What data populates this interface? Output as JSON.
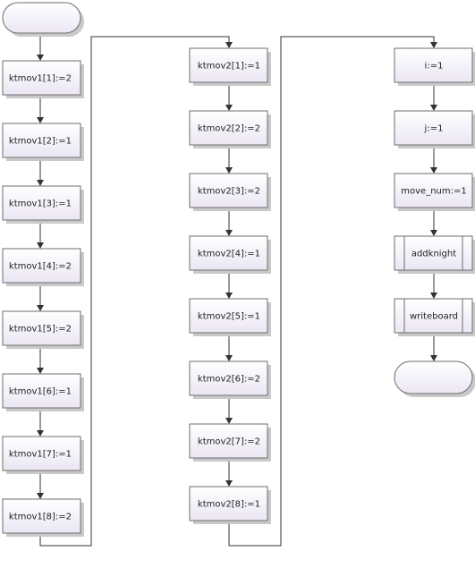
{
  "colors": {
    "node_fill_top": "#ffffff",
    "node_fill_bottom": "#ebe6f3",
    "node_border": "#6e6e6e",
    "shadow": "#c9c9c9",
    "connector": "#333333"
  },
  "columns": [
    {
      "nodes": [
        {
          "type": "terminal",
          "label": ""
        },
        {
          "type": "process",
          "label": "ktmov1[1]:=2"
        },
        {
          "type": "process",
          "label": "ktmov1[2]:=1"
        },
        {
          "type": "process",
          "label": "ktmov1[3]:=1"
        },
        {
          "type": "process",
          "label": "ktmov1[4]:=2"
        },
        {
          "type": "process",
          "label": "ktmov1[5]:=2"
        },
        {
          "type": "process",
          "label": "ktmov1[6]:=1"
        },
        {
          "type": "process",
          "label": "ktmov1[7]:=1"
        },
        {
          "type": "process",
          "label": "ktmov1[8]:=2"
        }
      ]
    },
    {
      "nodes": [
        {
          "type": "process",
          "label": "ktmov2[1]:=1"
        },
        {
          "type": "process",
          "label": "ktmov2[2]:=2"
        },
        {
          "type": "process",
          "label": "ktmov2[3]:=2"
        },
        {
          "type": "process",
          "label": "ktmov2[4]:=1"
        },
        {
          "type": "process",
          "label": "ktmov2[5]:=1"
        },
        {
          "type": "process",
          "label": "ktmov2[6]:=2"
        },
        {
          "type": "process",
          "label": "ktmov2[7]:=2"
        },
        {
          "type": "process",
          "label": "ktmov2[8]:=1"
        }
      ]
    },
    {
      "nodes": [
        {
          "type": "process",
          "label": "i:=1"
        },
        {
          "type": "process",
          "label": "j:=1"
        },
        {
          "type": "process",
          "label": "move_num:=1"
        },
        {
          "type": "subroutine",
          "label": "addknight"
        },
        {
          "type": "subroutine",
          "label": "writeboard"
        },
        {
          "type": "terminal",
          "label": ""
        }
      ]
    }
  ]
}
